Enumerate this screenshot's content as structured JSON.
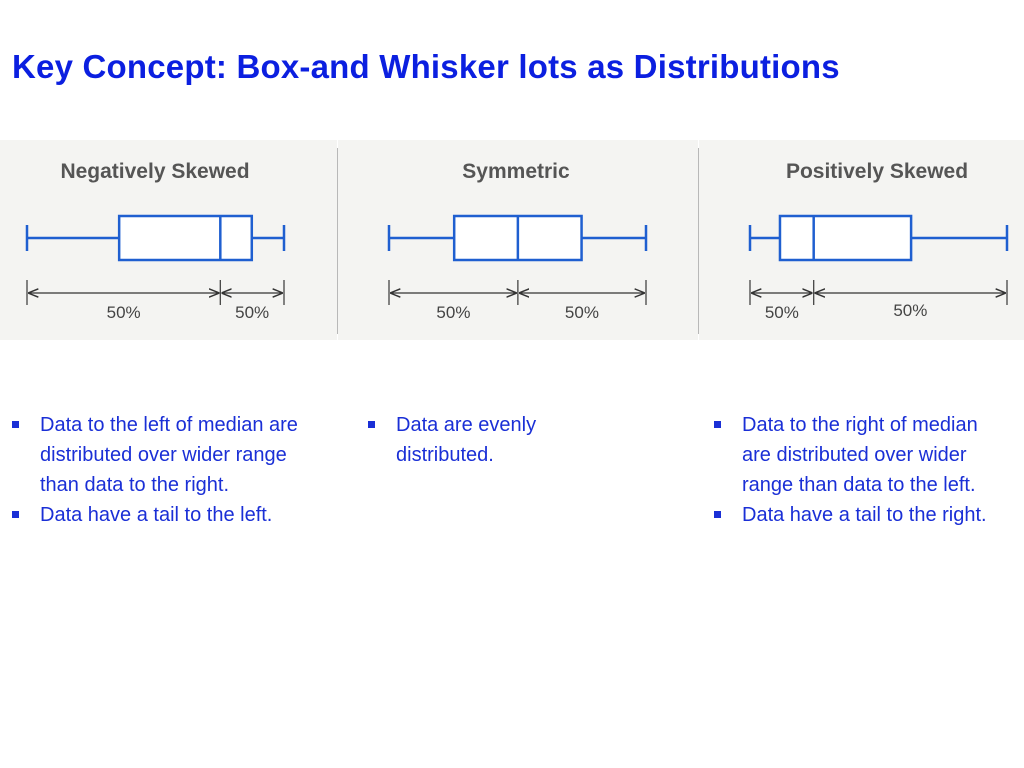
{
  "title": "Key Concept: Box-and Whisker lots as Distributions",
  "colors": {
    "title": "#0b1fe0",
    "box": "#1f5fd0",
    "bullet_text": "#1a2fd6",
    "heading": "#555555"
  },
  "panels": [
    {
      "heading": "Negatively Skewed",
      "five_number": [
        0,
        12.3,
        25.8,
        30,
        34.3
      ],
      "left_label": "50%",
      "right_label": "50%",
      "bullets": [
        "Data to the left of median are distributed over wider range than data to the right.",
        "Data have a tail to the left."
      ]
    },
    {
      "heading": "Symmetric",
      "five_number": [
        0,
        8.7,
        17.2,
        25.7,
        34.3
      ],
      "left_label": "50%",
      "right_label": "50%",
      "bullets": [
        "Data are evenly distributed."
      ]
    },
    {
      "heading": "Positively Skewed",
      "five_number": [
        0,
        4,
        8.5,
        21.5,
        34.3
      ],
      "left_label": "50%",
      "right_label": "50%",
      "bullets": [
        "Data to the right of median are distributed over wider range than data to the left.",
        "Data have a tail to the right."
      ]
    }
  ]
}
